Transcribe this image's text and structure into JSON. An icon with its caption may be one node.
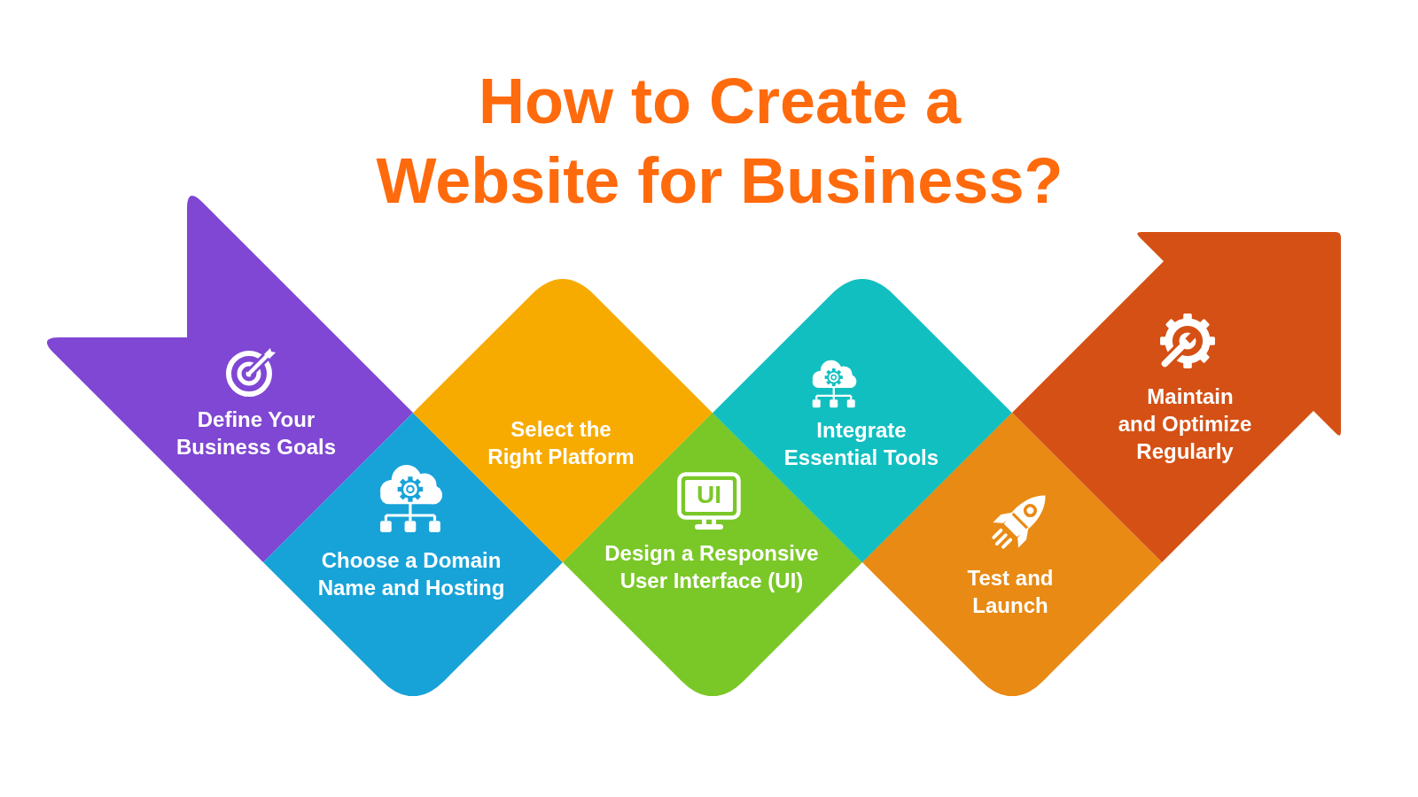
{
  "diagram": {
    "title": "How to Create a Website for Business?",
    "nodes": [
      {
        "text": [
          "Define Your Business Goals"
        ]
      },
      {
        "text": [
          "Choose a Domain Name and Hosting"
        ]
      },
      {
        "text": [
          "Select the Right Platform"
        ]
      },
      {
        "text": [
          "UI",
          "Design a Responsive User Interface (UI)"
        ]
      },
      {
        "text": [
          "Integrate Essential Tools"
        ]
      },
      {
        "text": [
          "Test and Launch"
        ]
      },
      {
        "text": [
          "Maintain and Optimize Regularly"
        ]
      }
    ]
  }
}
